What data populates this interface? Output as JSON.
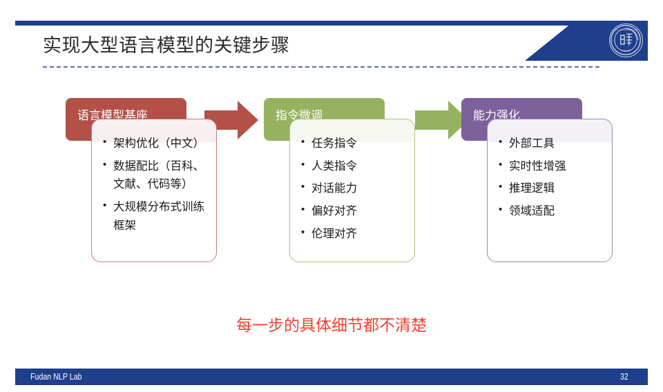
{
  "slide": {
    "title": "实现大型语言模型的关键步骤",
    "caption": "每一步的具体细节都不清楚",
    "logo_alt": "fudan-university-seal"
  },
  "colors": {
    "brand_blue": "#1F3E8C",
    "rule_blue": "#5A6CAE",
    "stage1": "#B35149",
    "stage2": "#96B160",
    "stage3": "#7C619C",
    "caption_red": "#F4402E",
    "title_text": "#2B2B2B"
  },
  "stages": [
    {
      "id": "language-model-base",
      "heading": "语言模型基座",
      "color": "#B35149",
      "bullets": [
        "架构优化（中文）",
        "数据配比（百科、文献、代码等）",
        "大规模分布式训练框架"
      ]
    },
    {
      "id": "instruction-tuning",
      "heading": "指令微调",
      "color": "#96B160",
      "bullets": [
        "任务指令",
        "人类指令",
        "对话能力",
        "偏好对齐",
        "伦理对齐"
      ]
    },
    {
      "id": "capability-enhancement",
      "heading": "能力强化",
      "color": "#7C619C",
      "bullets": [
        "外部工具",
        "实时性增强",
        "推理逻辑",
        "领域适配"
      ]
    }
  ],
  "arrows": [
    {
      "id": "arrow-stage1-to-stage2",
      "color": "#B35149"
    },
    {
      "id": "arrow-stage2-to-stage3",
      "color": "#96B160"
    }
  ],
  "footer": {
    "lab": "Fudan NLP Lab",
    "page_number": "32"
  }
}
